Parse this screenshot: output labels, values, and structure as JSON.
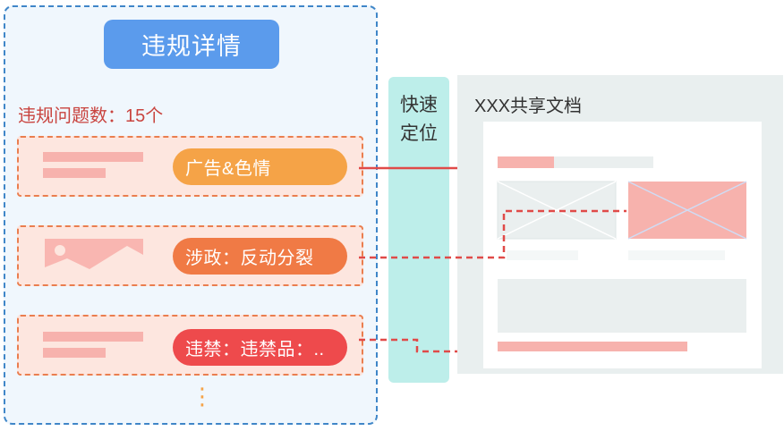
{
  "left_panel": {
    "title": "违规详情",
    "count_label": "违规问题数：15个",
    "items": [
      {
        "tag": "广告&色情",
        "color": "#f5a347"
      },
      {
        "tag": "涉政：反动分裂",
        "color": "#f07a45"
      },
      {
        "tag": "违禁：违禁品：..",
        "color": "#ee4a4c"
      }
    ],
    "more": "⋮"
  },
  "locate": {
    "line1": "快速",
    "line2": "定位"
  },
  "doc": {
    "title": "XXX共享文档"
  },
  "colors": {
    "panel_border": "#3f86c8",
    "title_button": "#5b9bec",
    "connector": "#e04a48",
    "locate_bar": "#bdeeea",
    "highlight": "#f7b2ad"
  }
}
